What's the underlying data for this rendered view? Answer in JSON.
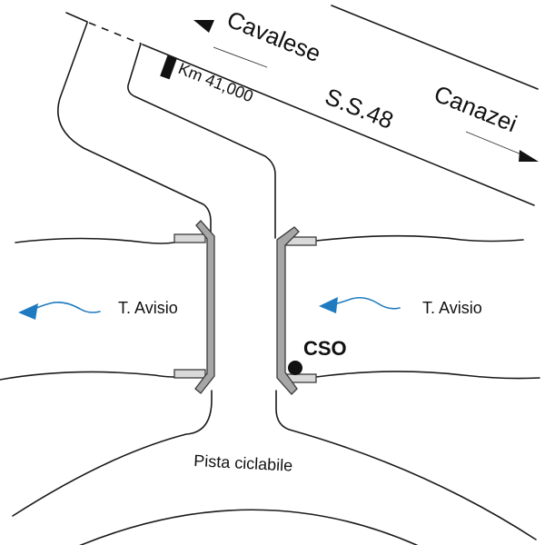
{
  "diagram": {
    "road": {
      "name": "S.S.48",
      "direction_left": "Cavalese",
      "direction_right": "Canazei",
      "kilometer_marker": "Km 41,000"
    },
    "river": {
      "name_left": "T. Avisio",
      "name_right": "T. Avisio",
      "flow_direction": "left"
    },
    "outfall": {
      "label": "CSO"
    },
    "cycle_path": {
      "label": "Pista ciclabile"
    },
    "colors": {
      "line": "#1a1a1a",
      "flow_arrow": "#1f7bc0",
      "wall_fill": "#a6a6a6",
      "slab_fill": "#d9d9d9",
      "marker": "#111111"
    }
  }
}
